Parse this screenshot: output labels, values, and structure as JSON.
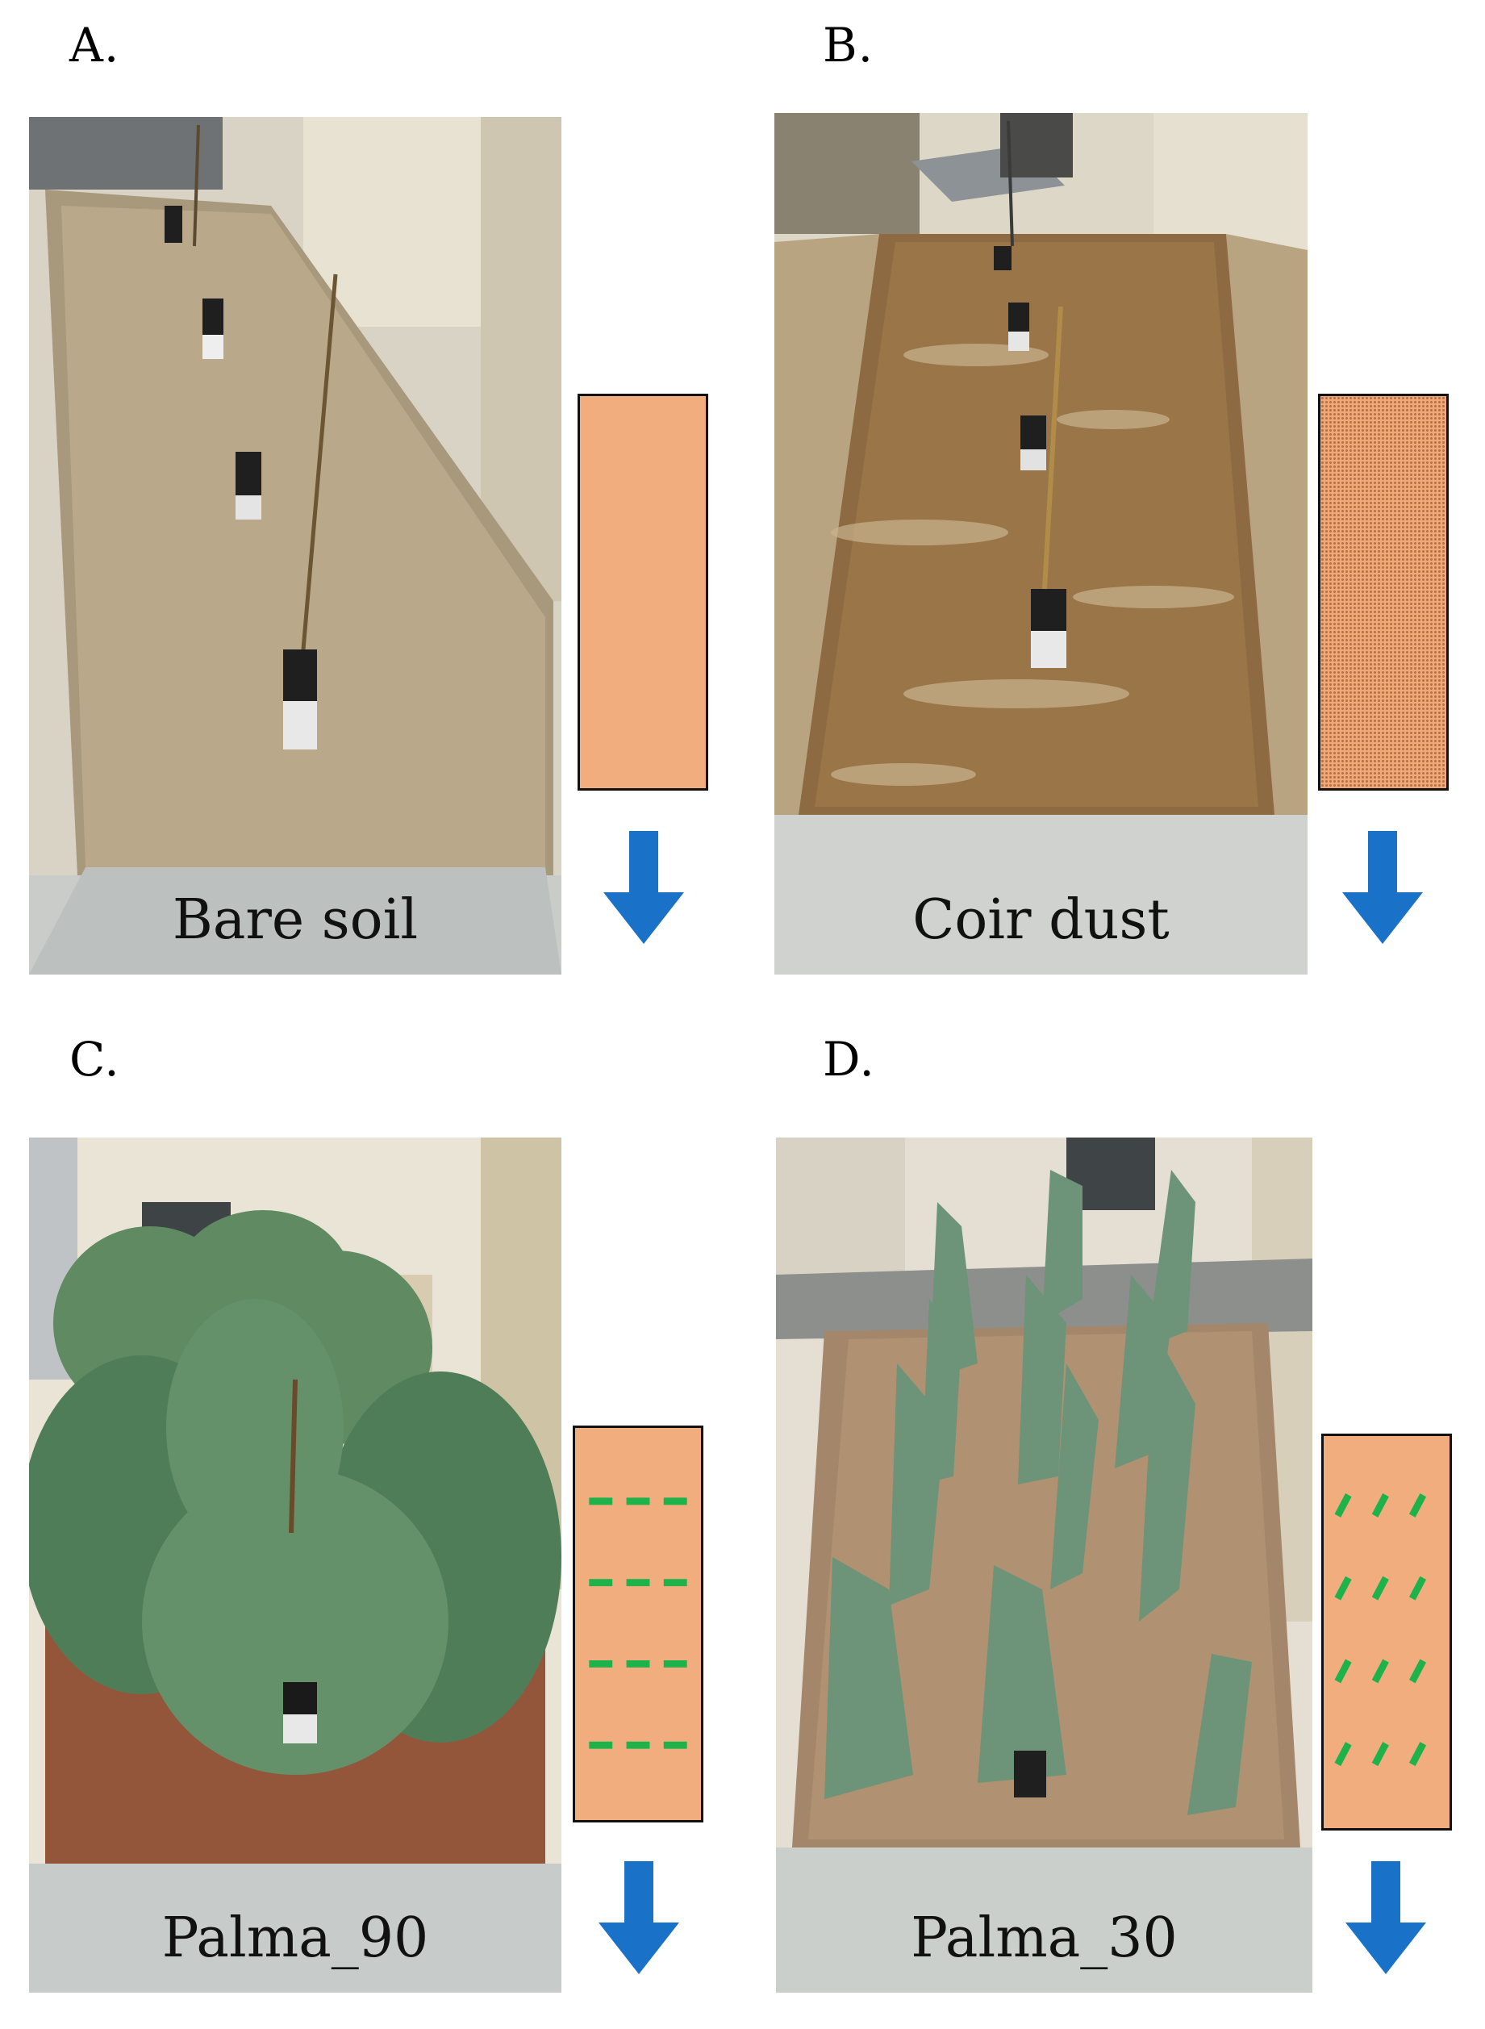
{
  "figure": {
    "panels": [
      {
        "letter": "A.",
        "caption": "Bare soil",
        "profile_fill": "#f2ad7e",
        "profile_pattern": "plain"
      },
      {
        "letter": "B.",
        "caption": "Coir dust",
        "profile_fill": "#f0a877",
        "profile_pattern": "dotted"
      },
      {
        "letter": "C.",
        "caption": "Palma_90",
        "profile_fill": "#f2ad7e",
        "profile_pattern": "horizontal-dashes"
      },
      {
        "letter": "D.",
        "caption": "Palma_30",
        "profile_fill": "#f2ad7e",
        "profile_pattern": "diagonal-dashes"
      }
    ],
    "colors": {
      "arrow": "#1a72c8",
      "dash": "#1db24a",
      "profile_border": "#111111"
    },
    "icons": {
      "flow_arrow": "down-arrow-icon"
    }
  }
}
